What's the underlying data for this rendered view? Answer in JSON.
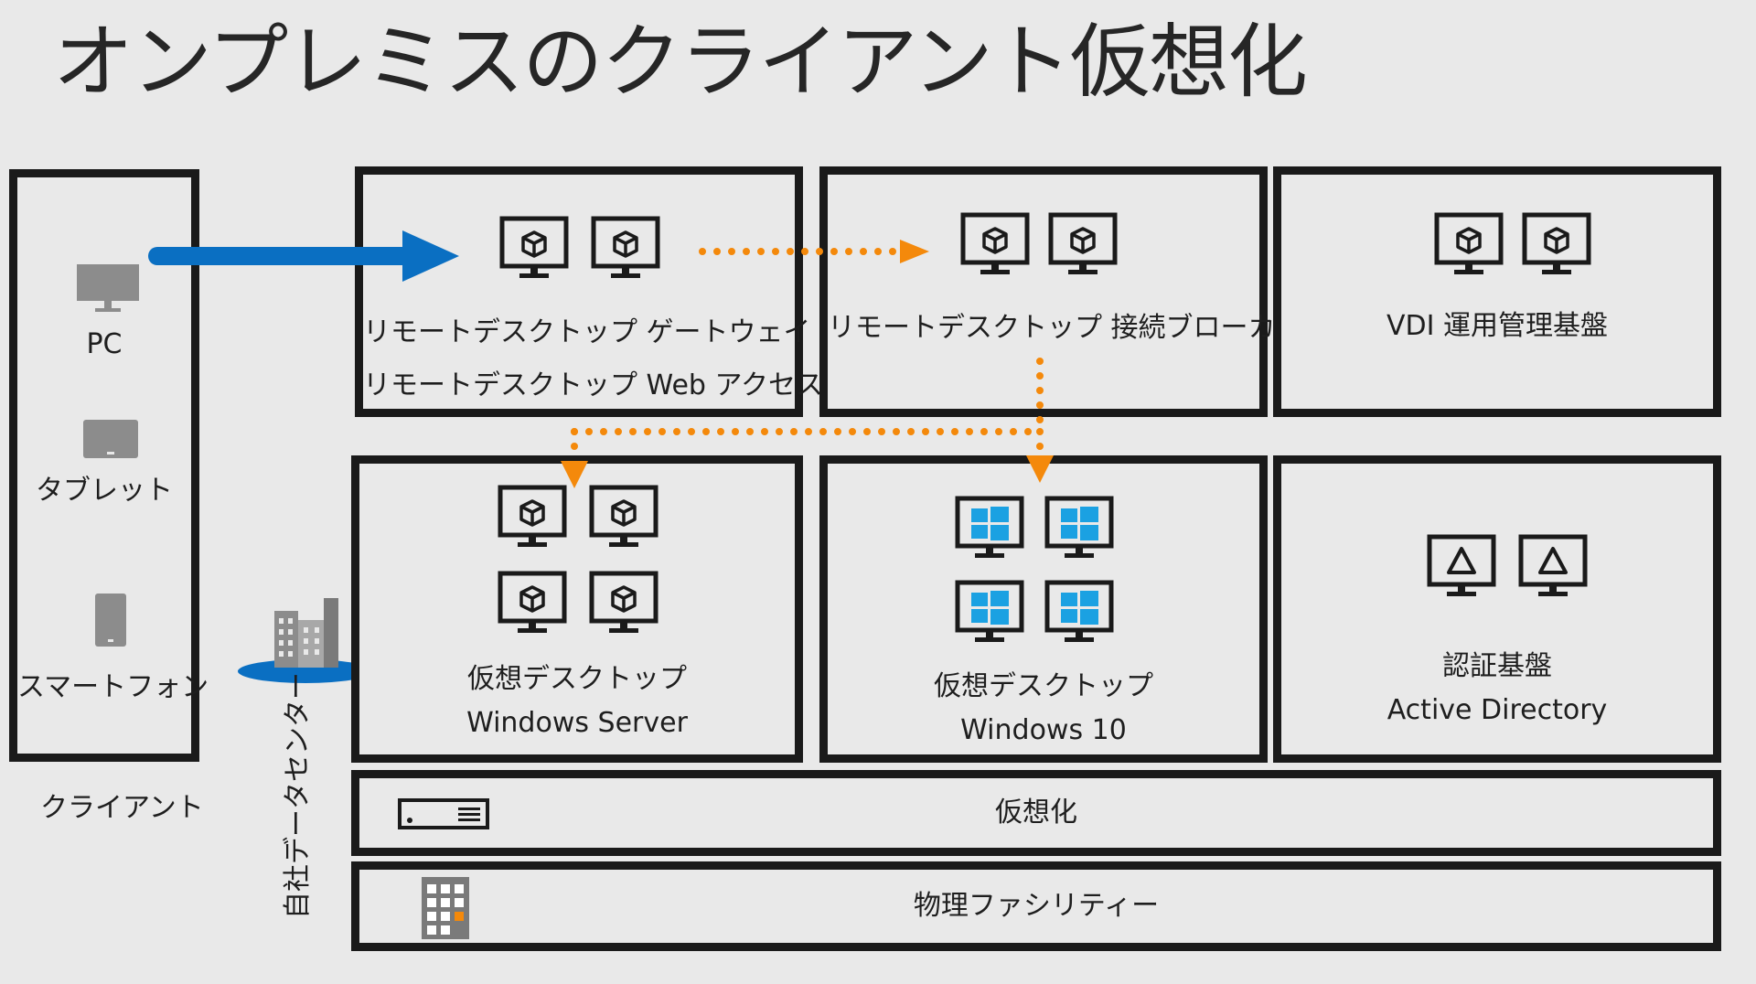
{
  "title": "オンプレミスのクライアント仮想化",
  "client": {
    "devices": [
      {
        "label": "PC",
        "icon": "desktop-pc-icon"
      },
      {
        "label": "タブレット",
        "icon": "tablet-icon"
      },
      {
        "label": "スマートフォン",
        "icon": "smartphone-icon"
      }
    ],
    "caption": "クライアント"
  },
  "datacenter_label": "自社データセンター",
  "boxes": {
    "gateway": {
      "line1": "リモートデスクトップ ゲートウェイ",
      "line2": "リモートデスクトップ Web アクセス"
    },
    "broker": {
      "line1": "リモートデスクトップ 接続ブローカー"
    },
    "vdi_mgmt": {
      "line1": "VDI 運用管理基盤"
    },
    "vd_server": {
      "line1": "仮想デスクトップ",
      "line2": "Windows Server"
    },
    "vd_win10": {
      "line1": "仮想デスクトップ",
      "line2": "Windows 10"
    },
    "auth": {
      "line1": "認証基盤",
      "line2": "Active Directory"
    },
    "virtualization": {
      "label": "仮想化"
    },
    "facility": {
      "label": "物理ファシリティー"
    }
  },
  "colors": {
    "arrow_blue": "#0a6fc2",
    "flow_orange": "#f4890b",
    "border": "#1a1a1a",
    "windows_blue": "#1ba1e2",
    "device_gray": "#8c8c8c"
  }
}
